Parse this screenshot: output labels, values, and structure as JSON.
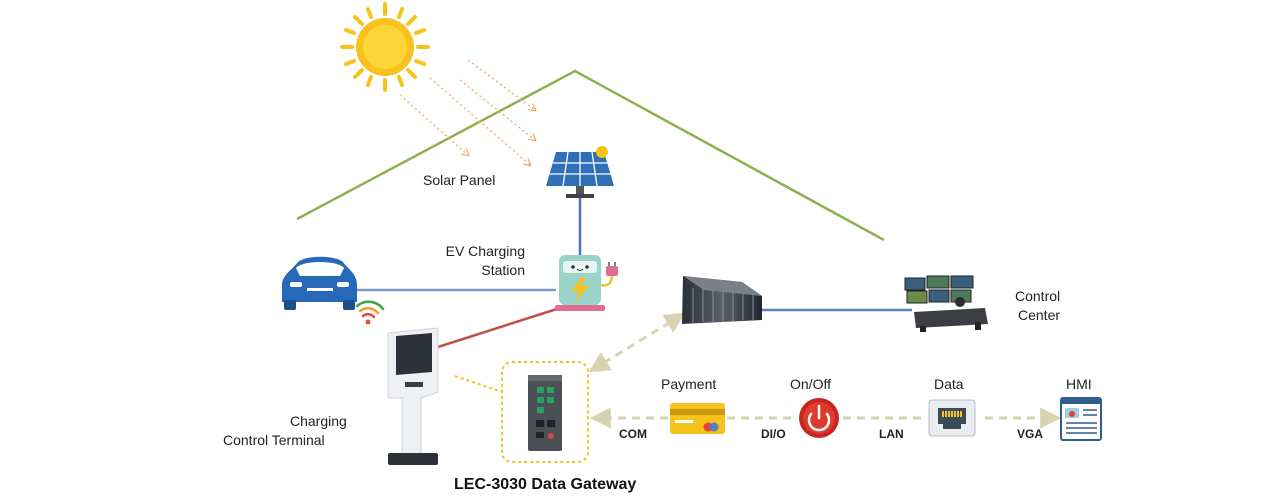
{
  "labels": {
    "solar_panel": "Solar Panel",
    "ev_station_line1": "EV Charging",
    "ev_station_line2": "Station",
    "control_center_line1": "Control",
    "control_center_line2": "Center",
    "terminal_line1": "Charging",
    "terminal_line2": "Control Terminal",
    "payment": "Payment",
    "onoff": "On/Off",
    "data": "Data",
    "hmi": "HMI",
    "com": "COM",
    "dio": "DI/O",
    "lan": "LAN",
    "vga": "VGA",
    "gateway_title": "LEC-3030 Data Gateway"
  },
  "icons": {
    "sun": "sun-icon",
    "solar_panel": "solar-panel-icon",
    "car": "car-icon",
    "charger": "ev-charger-icon",
    "wifi": "wifi-icon",
    "kiosk": "kiosk-icon",
    "gateway": "gateway-device-icon",
    "server": "server-rack-icon",
    "control_center": "control-center-icon",
    "payment_card": "credit-card-icon",
    "power": "power-button-icon",
    "lan_port": "ethernet-port-icon",
    "hmi": "hmi-screen-icon"
  },
  "colors": {
    "roof": "#8db04f",
    "power_line": "#4a76b8",
    "red_line": "#c0504d",
    "dashed_link": "#d8d2b0",
    "gateway_frame": "#f2c318",
    "sun": "#f7c21b"
  }
}
